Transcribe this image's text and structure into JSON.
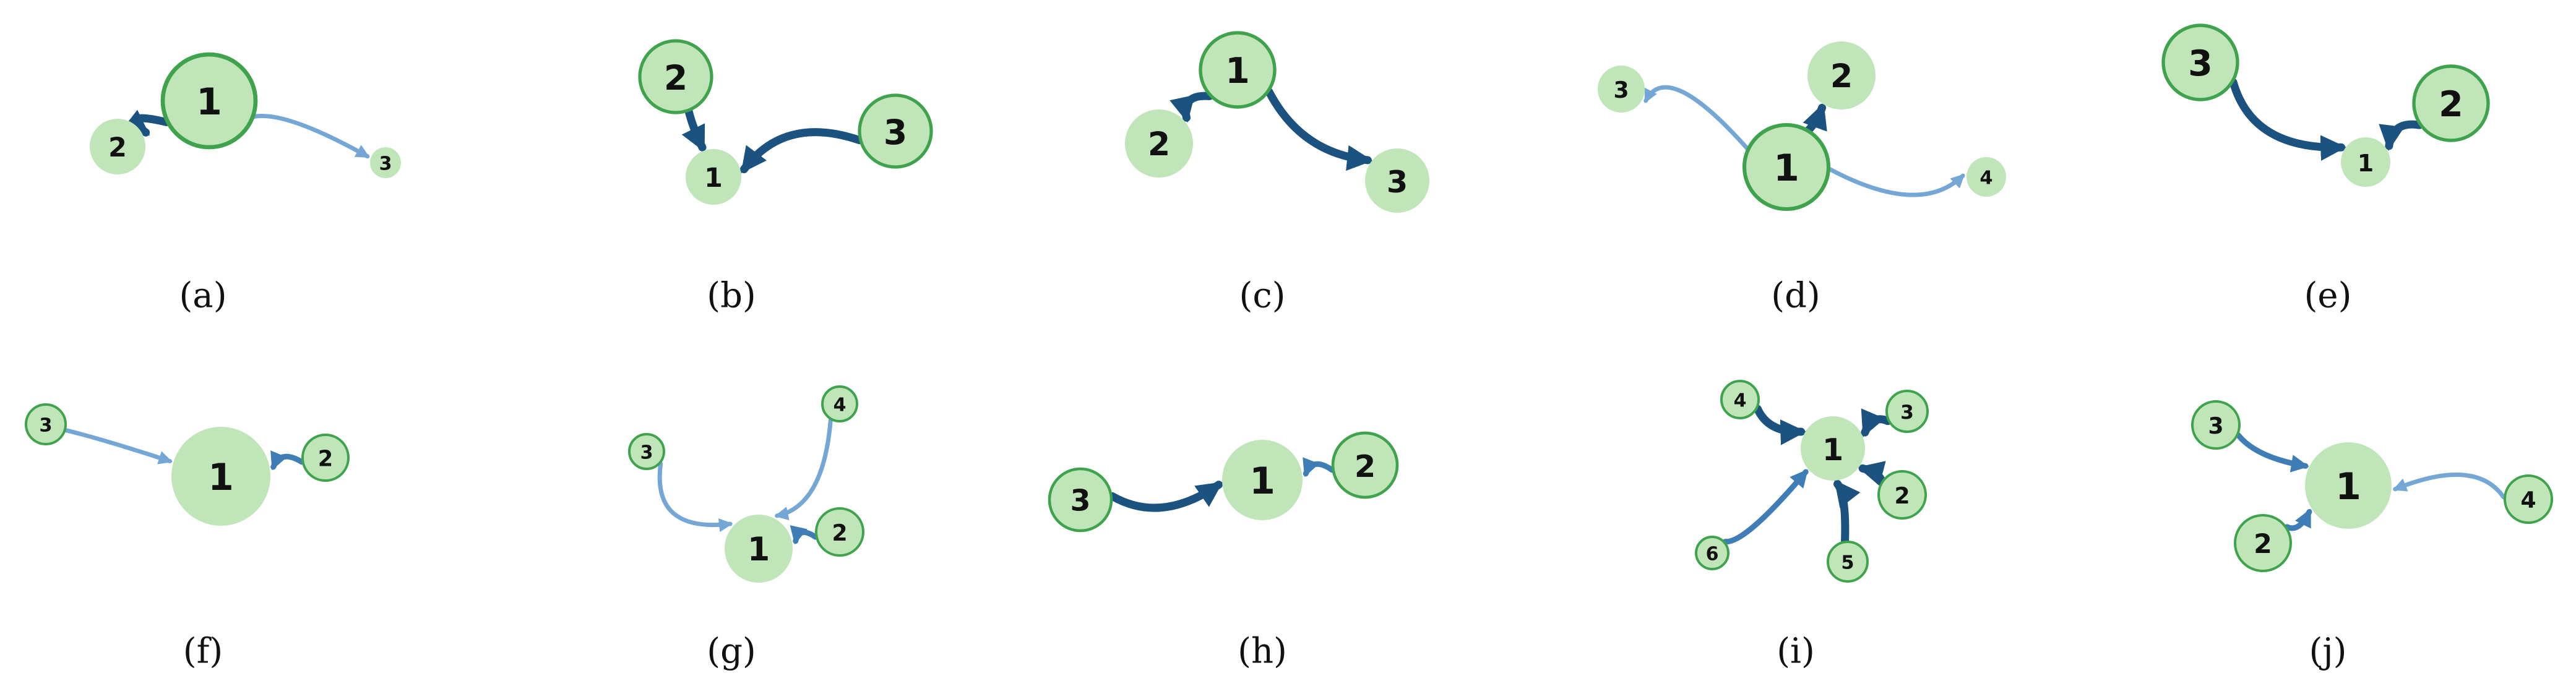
{
  "colors": {
    "node_fill": "#bfe5b9",
    "node_stroke": "#3fa34d",
    "edge_dark": "#1b5280",
    "edge_mid": "#3e7db5",
    "edge_light": "#74a7d6"
  },
  "panels": [
    {
      "caption": "(a)",
      "nodes": [
        {
          "id": "1",
          "label": "1",
          "ring": true
        },
        {
          "id": "2",
          "label": "2",
          "ring": false
        },
        {
          "id": "3",
          "label": "3",
          "ring": false
        }
      ],
      "edges": [
        {
          "from": "1",
          "to": "2",
          "weight": "strong"
        },
        {
          "from": "1",
          "to": "3",
          "weight": "weak"
        }
      ]
    },
    {
      "caption": "(b)",
      "nodes": [
        {
          "id": "1",
          "label": "1",
          "ring": false
        },
        {
          "id": "2",
          "label": "2",
          "ring": true
        },
        {
          "id": "3",
          "label": "3",
          "ring": true
        }
      ],
      "edges": [
        {
          "from": "2",
          "to": "1",
          "weight": "strong"
        },
        {
          "from": "3",
          "to": "1",
          "weight": "strong"
        }
      ]
    },
    {
      "caption": "(c)",
      "nodes": [
        {
          "id": "1",
          "label": "1",
          "ring": true
        },
        {
          "id": "2",
          "label": "2",
          "ring": false
        },
        {
          "id": "3",
          "label": "3",
          "ring": false
        }
      ],
      "edges": [
        {
          "from": "1",
          "to": "2",
          "weight": "strong"
        },
        {
          "from": "1",
          "to": "3",
          "weight": "strong"
        }
      ]
    },
    {
      "caption": "(d)",
      "nodes": [
        {
          "id": "1",
          "label": "1",
          "ring": true
        },
        {
          "id": "2",
          "label": "2",
          "ring": false
        },
        {
          "id": "3",
          "label": "3",
          "ring": false
        },
        {
          "id": "4",
          "label": "4",
          "ring": false
        }
      ],
      "edges": [
        {
          "from": "1",
          "to": "2",
          "weight": "strong"
        },
        {
          "from": "1",
          "to": "3",
          "weight": "weak"
        },
        {
          "from": "1",
          "to": "4",
          "weight": "weak"
        }
      ]
    },
    {
      "caption": "(e)",
      "nodes": [
        {
          "id": "1",
          "label": "1",
          "ring": false
        },
        {
          "id": "2",
          "label": "2",
          "ring": true
        },
        {
          "id": "3",
          "label": "3",
          "ring": true
        }
      ],
      "edges": [
        {
          "from": "3",
          "to": "1",
          "weight": "strong"
        },
        {
          "from": "2",
          "to": "1",
          "weight": "strong"
        }
      ]
    },
    {
      "caption": "(f)",
      "nodes": [
        {
          "id": "1",
          "label": "1",
          "ring": false
        },
        {
          "id": "2",
          "label": "2",
          "ring": true
        },
        {
          "id": "3",
          "label": "3",
          "ring": true
        }
      ],
      "edges": [
        {
          "from": "3",
          "to": "1",
          "weight": "weak"
        },
        {
          "from": "2",
          "to": "1",
          "weight": "mid"
        }
      ]
    },
    {
      "caption": "(g)",
      "nodes": [
        {
          "id": "1",
          "label": "1",
          "ring": false
        },
        {
          "id": "2",
          "label": "2",
          "ring": true
        },
        {
          "id": "3",
          "label": "3",
          "ring": true
        },
        {
          "id": "4",
          "label": "4",
          "ring": true
        }
      ],
      "edges": [
        {
          "from": "3",
          "to": "1",
          "weight": "weak"
        },
        {
          "from": "4",
          "to": "1",
          "weight": "weak"
        },
        {
          "from": "2",
          "to": "1",
          "weight": "mid"
        }
      ]
    },
    {
      "caption": "(h)",
      "nodes": [
        {
          "id": "1",
          "label": "1",
          "ring": false
        },
        {
          "id": "2",
          "label": "2",
          "ring": true
        },
        {
          "id": "3",
          "label": "3",
          "ring": true
        }
      ],
      "edges": [
        {
          "from": "3",
          "to": "1",
          "weight": "strong"
        },
        {
          "from": "2",
          "to": "1",
          "weight": "mid"
        }
      ]
    },
    {
      "caption": "(i)",
      "nodes": [
        {
          "id": "1",
          "label": "1",
          "ring": false
        },
        {
          "id": "2",
          "label": "2",
          "ring": true
        },
        {
          "id": "3",
          "label": "3",
          "ring": true
        },
        {
          "id": "4",
          "label": "4",
          "ring": true
        },
        {
          "id": "5",
          "label": "5",
          "ring": true
        },
        {
          "id": "6",
          "label": "6",
          "ring": true
        }
      ],
      "edges": [
        {
          "from": "4",
          "to": "1",
          "weight": "strong"
        },
        {
          "from": "3",
          "to": "1",
          "weight": "strong"
        },
        {
          "from": "2",
          "to": "1",
          "weight": "strong"
        },
        {
          "from": "5",
          "to": "1",
          "weight": "strong"
        },
        {
          "from": "6",
          "to": "1",
          "weight": "mid"
        }
      ]
    },
    {
      "caption": "(j)",
      "nodes": [
        {
          "id": "1",
          "label": "1",
          "ring": false
        },
        {
          "id": "2",
          "label": "2",
          "ring": true
        },
        {
          "id": "3",
          "label": "3",
          "ring": true
        },
        {
          "id": "4",
          "label": "4",
          "ring": true
        }
      ],
      "edges": [
        {
          "from": "3",
          "to": "1",
          "weight": "mid"
        },
        {
          "from": "2",
          "to": "1",
          "weight": "mid"
        },
        {
          "from": "4",
          "to": "1",
          "weight": "weak"
        }
      ]
    }
  ]
}
